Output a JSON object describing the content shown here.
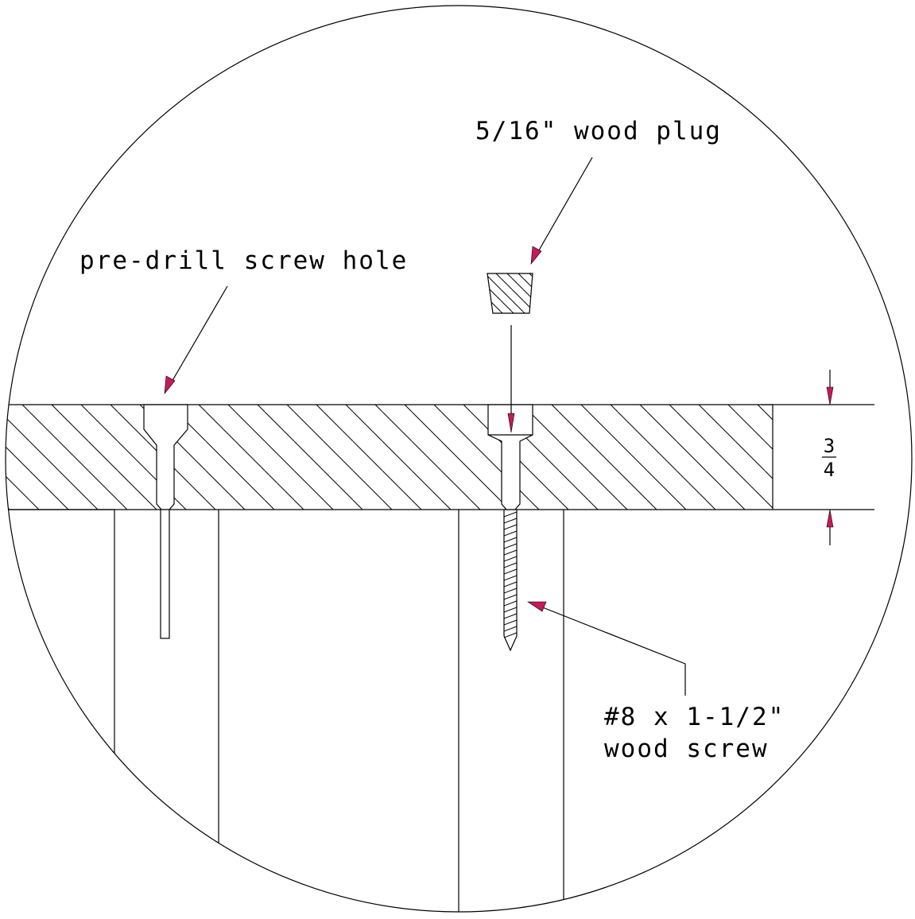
{
  "labels": {
    "plug": "5/16\" wood plug",
    "predrill": "pre-drill screw hole",
    "screw_line1": "#8 x 1-1/2\"",
    "screw_line2": "wood screw",
    "dim_numerator": "3",
    "dim_denominator": "4"
  },
  "colors": {
    "line": "#000000",
    "arrowhead": "#c8195a",
    "background": "#ffffff"
  }
}
